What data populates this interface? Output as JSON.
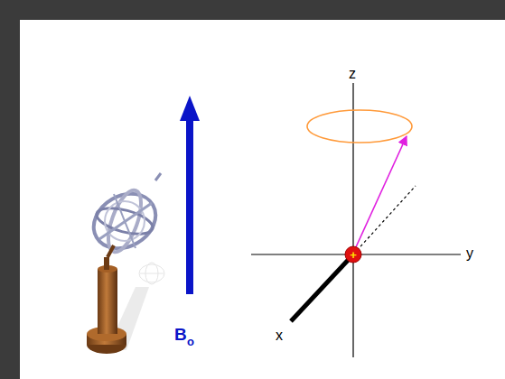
{
  "diagram": {
    "labels": [
      "z",
      "y",
      "x",
      "B",
      "o",
      "+"
    ]
  }
}
